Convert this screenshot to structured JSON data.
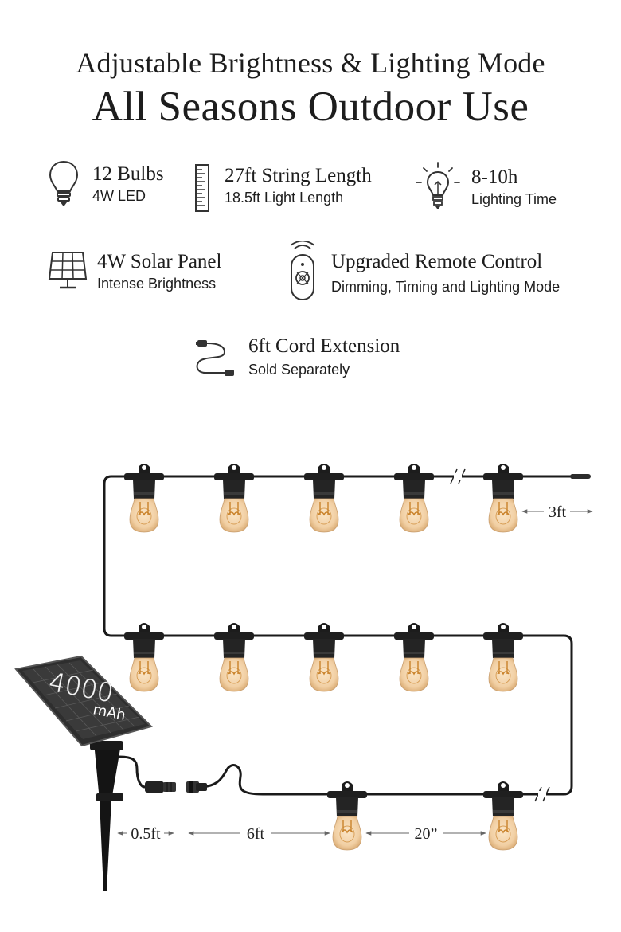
{
  "header": {
    "title_line1": "Adjustable Brightness & Lighting Mode",
    "title_line2": "All Seasons Outdoor Use"
  },
  "features": {
    "bulbs": {
      "title": "12 Bulbs",
      "subtitle": "4W LED",
      "icon": "bulb-icon"
    },
    "string_length": {
      "title": "27ft String Length",
      "subtitle": "18.5ft Light Length",
      "icon": "ruler-icon"
    },
    "lighting_time": {
      "title": "8-10h",
      "subtitle": "Lighting Time",
      "icon": "glowing-bulb-icon"
    },
    "solar_panel": {
      "title": "4W Solar Panel",
      "subtitle": "Intense Brightness",
      "icon": "solar-panel-icon"
    },
    "remote": {
      "title": "Upgraded Remote Control",
      "subtitle": "Dimming, Timing and Lighting Mode",
      "icon": "remote-control-icon"
    },
    "cord": {
      "title": "6ft Cord Extension",
      "subtitle": "Sold Separately",
      "icon": "cord-icon"
    }
  },
  "diagram": {
    "panel_capacity_value": "4000",
    "panel_capacity_unit": "mAh",
    "dimensions": {
      "bulb_to_end": "3ft",
      "stake_to_connector": "0.5ft",
      "extension": "6ft",
      "bulb_spacing": "20”"
    },
    "colors": {
      "wire": "#1a1a1a",
      "bulb_glass": "#f3d6b0",
      "filament": "#c9822a",
      "panel": "#2a2a2a"
    }
  }
}
